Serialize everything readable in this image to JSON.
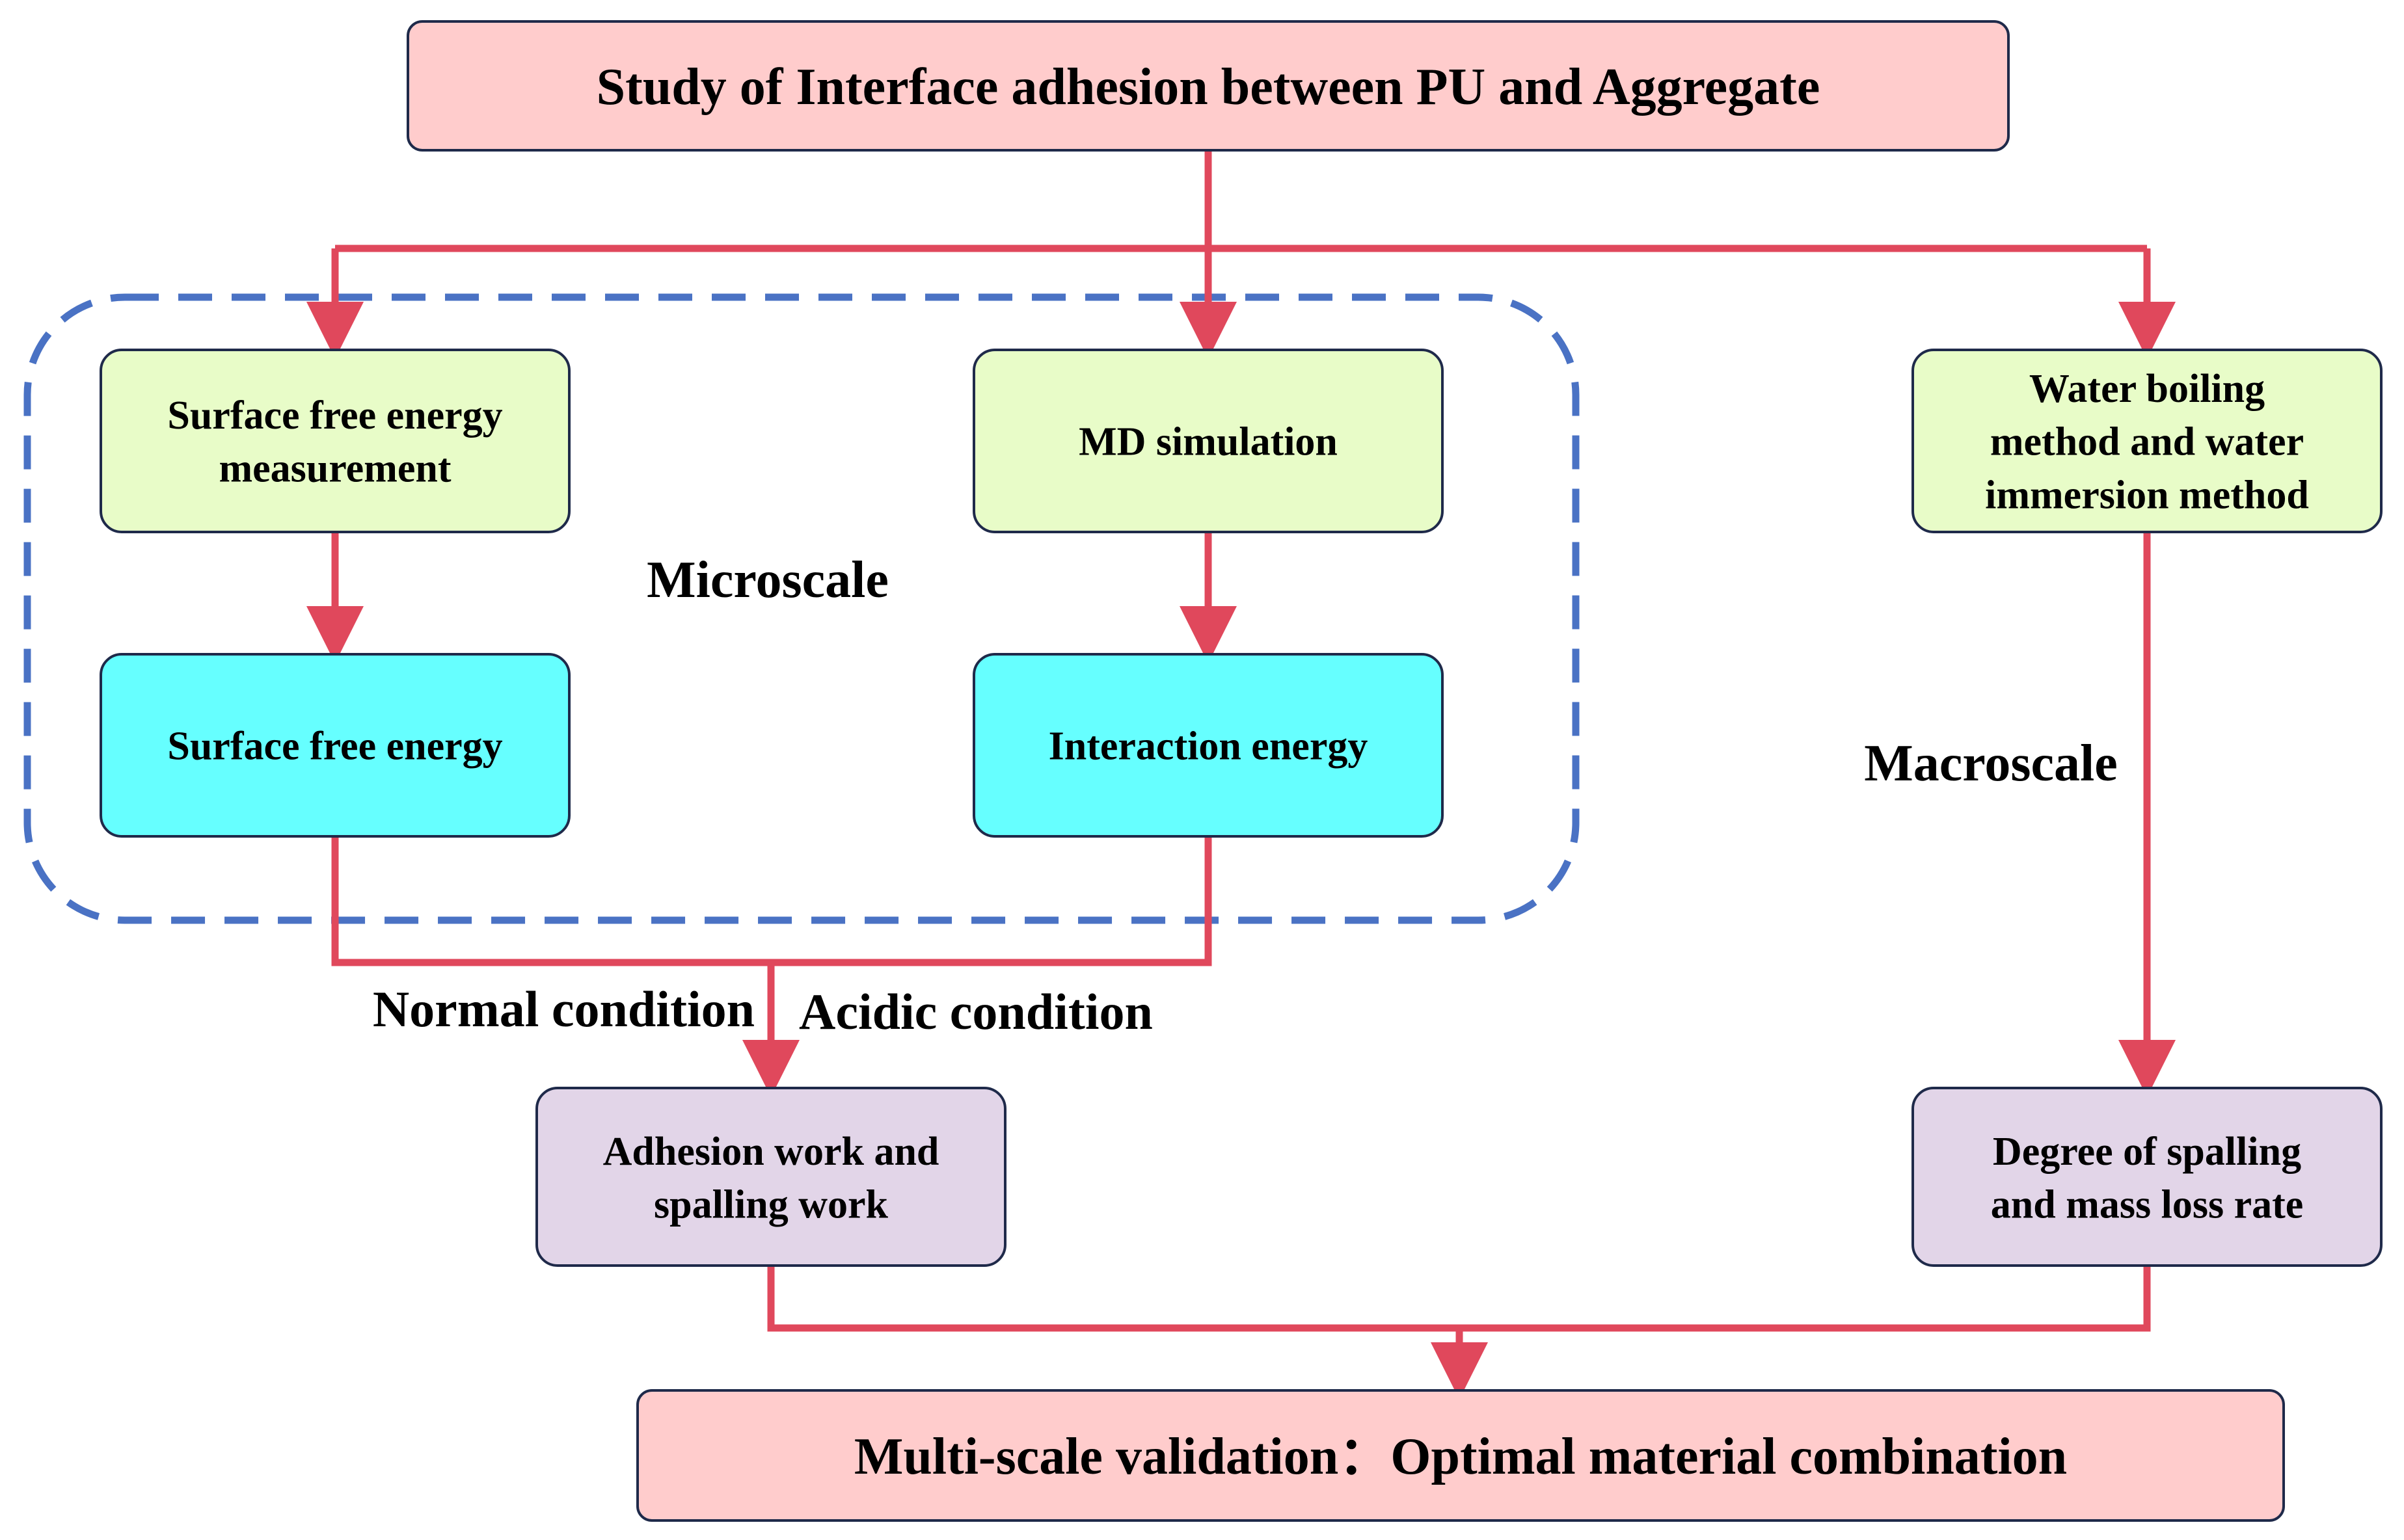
{
  "colors": {
    "connector": "#e0485c",
    "group_border": "#4a72c4",
    "node_border": "#1f2a4a",
    "title_fill": "#ffcccc",
    "method_fill": "#e8fcc8",
    "energy_fill": "#66ffff",
    "result_fill": "#e2d5e8"
  },
  "nodes": {
    "title": {
      "lines": [
        "Study of Interface adhesion between PU and Aggregate"
      ]
    },
    "sfe_measurement": {
      "lines": [
        "Surface free energy",
        "measurement"
      ]
    },
    "md_simulation": {
      "lines": [
        "MD simulation"
      ]
    },
    "water_methods": {
      "lines": [
        "Water boiling",
        "method and water",
        "immersion method"
      ]
    },
    "surface_free_energy": {
      "lines": [
        "Surface free energy"
      ]
    },
    "interaction_energy": {
      "lines": [
        "Interaction energy"
      ]
    },
    "adhesion_work": {
      "lines": [
        "Adhesion work and",
        "spalling work"
      ]
    },
    "spalling_degree": {
      "lines": [
        "Degree of spalling",
        "and mass loss rate"
      ]
    },
    "validation": {
      "lines": [
        "Multi-scale validation：Optimal material combination"
      ]
    }
  },
  "labels": {
    "microscale": "Microscale",
    "macroscale": "Macroscale",
    "normal_condition": "Normal condition",
    "acidic_condition": "Acidic condition"
  }
}
